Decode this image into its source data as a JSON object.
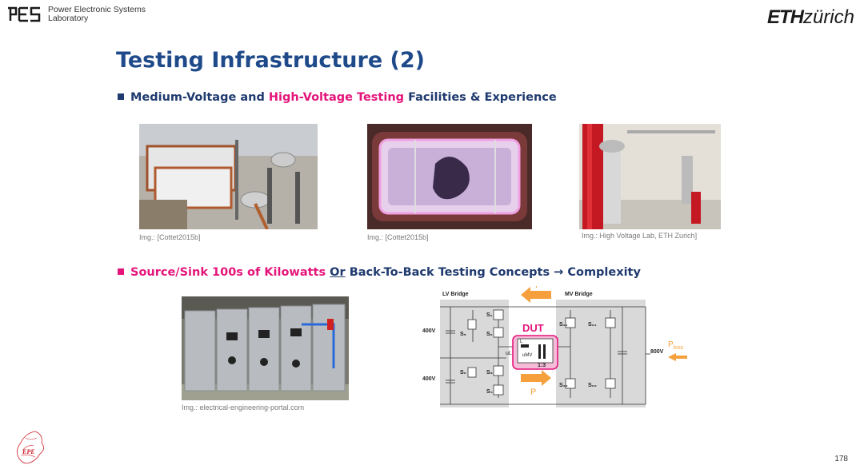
{
  "header": {
    "lab_line1": "Power Electronic Systems",
    "lab_line2": "Laboratory",
    "eth_bold": "ETH",
    "eth_rest": "zürich"
  },
  "slide": {
    "title": "Testing Infrastructure (2)",
    "bullet1": {
      "part1": "Medium-Voltage and ",
      "part2": "High-Voltage Testing",
      "part3": " Facilities & Experience"
    },
    "bullet2": {
      "part1": "Source/Sink 100s of Kilowatts ",
      "part2": "Or",
      "part3": " Back-To-Back Testing Concepts → Complexity"
    },
    "captions": {
      "img1": "Img.: [Cottet2015b]",
      "img2": "Img.: [Cottet2015b]",
      "img3": "Img.: High Voltage Lab, ETH Zurich]",
      "img4": "Img.: electrical-engineering-portal.com"
    },
    "page_number": "178"
  },
  "schematic": {
    "lv_bridge": "LV Bridge",
    "mv_bridge": "MV Bridge",
    "p_top": "P",
    "p_bottom": "P",
    "dut": "DUT",
    "v400_top": "400V",
    "v400_bottom": "400V",
    "v800": "800V",
    "ploss": "P",
    "ploss_sub": "loss",
    "ratio": "1:3",
    "s1": "S₁",
    "s2": "S₂",
    "s3": "S₃",
    "s4": "S₄",
    "s5": "S₅",
    "s6": "S₆",
    "s11": "S₁₁",
    "s21": "S₂₁",
    "s12": "S₁₂",
    "s22": "S₂₂",
    "uL": "uL",
    "uMV": "uMV",
    "L": "L"
  },
  "colors": {
    "title_blue": "#1f4a8a",
    "text_navy": "#1f3a6e",
    "accent_pink": "#e4157a",
    "arrow_orange": "#f5a03c"
  }
}
